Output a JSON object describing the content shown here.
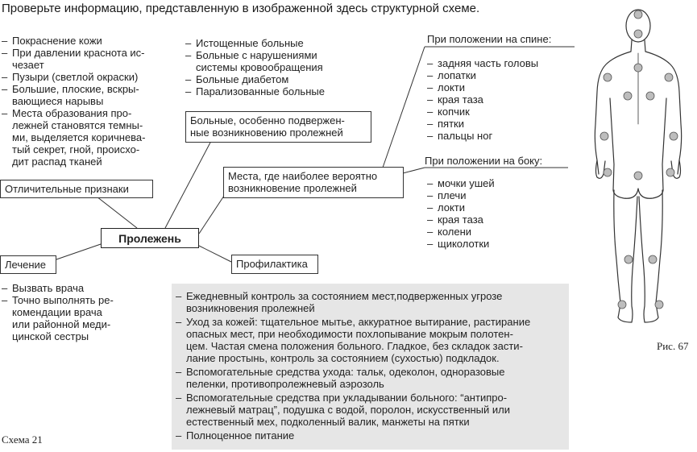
{
  "instruction": "Проверьте информацию, представленную в изображенной здесь структурной схеме.",
  "center_label": "Пролежень",
  "boxes": {
    "signs": "Отличительные признаки",
    "treatment": "Лечение",
    "prevention": "Профилактика",
    "patients": [
      "Больные, особенно подвержен-",
      "ные возникновению пролежней"
    ],
    "places": [
      "Места, где наиболее вероятно",
      "возникновение пролежней"
    ]
  },
  "signs_list": [
    [
      "Покраснение кожи"
    ],
    [
      "При давлении краснота ис-",
      "чезает"
    ],
    [
      "Пузыри (светлой окраски)"
    ],
    [
      "Большие, плоские, вскры-",
      "вающиеся нарывы"
    ],
    [
      "Места образования про-",
      "лежней становятся темны-",
      "ми, выделяется коричнева-",
      "тый секрет, гной, происхо-",
      "дит распад тканей"
    ]
  ],
  "patients_list": [
    [
      "Истощенные больные"
    ],
    [
      "Больные с нарушениями",
      "системы кровообращения"
    ],
    [
      "Больные диабетом"
    ],
    [
      "Парализованные больные"
    ]
  ],
  "back_title": "При положении на спине:",
  "back_list": [
    "задняя часть головы",
    "лопатки",
    "локти",
    "края таза",
    "копчик",
    "пятки",
    "пальцы ног"
  ],
  "side_title": "При положении на боку:",
  "side_list": [
    "мочки ушей",
    "плечи",
    "локти",
    "края таза",
    "колени",
    "щиколотки"
  ],
  "treatment_list": [
    [
      "Вызвать врача"
    ],
    [
      "Точно выполнять ре-",
      "комендации врача",
      "или районной меди-",
      "цинской сестры"
    ]
  ],
  "prevention_list": [
    [
      "Ежедневный контроль за состоянием мест,подверженных угрозе",
      "возникновения пролежней"
    ],
    [
      "Уход за кожей: тщательное мытье, аккуратное вытирание, растирание",
      "опасных мест, при необходимости похлопывание мокрым полотен-",
      "цем. Частая смена положения больного. Гладкое, без складок засти-",
      "лание простынь, контроль за состоянием (сухостью) подкладок."
    ],
    [
      "Вспомогательные средства ухода: тальк, одеколон, одноразовые",
      "пеленки, противопролежневый аэрозоль"
    ],
    [
      "Вспомогательные средства при укладывании больного: “антипро-",
      "лежневый матрац”, подушка с водой, поролон, искусственный или",
      "естественный мех, подколенный валик, манжеты на пятки"
    ],
    [
      "Полноценное питание"
    ]
  ],
  "scheme_caption": "Схема 21",
  "figure_caption": "Рис. 67",
  "colors": {
    "panel": "#e6e6e6",
    "line": "#333333",
    "dot": "#bdbdbd"
  }
}
